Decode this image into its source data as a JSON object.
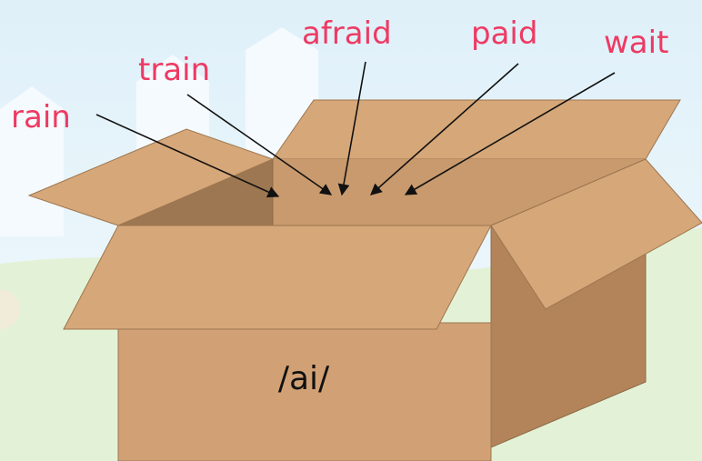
{
  "words": [
    {
      "id": "rain",
      "text": "rain"
    },
    {
      "id": "train",
      "text": "train"
    },
    {
      "id": "afraid",
      "text": "afraid"
    },
    {
      "id": "paid",
      "text": "paid"
    },
    {
      "id": "wait",
      "text": "wait"
    }
  ],
  "box_label": "/ai/",
  "colors": {
    "word": "#ee3a63",
    "arrow": "#111111",
    "box_front": "#d1a175",
    "box_side": "#b3845a",
    "box_inner": "#c4966b",
    "box_inner_dark": "#98734f",
    "box_flap": "#d6a778",
    "sky": "#e7f4fb",
    "grass": "#e2f2d4"
  }
}
